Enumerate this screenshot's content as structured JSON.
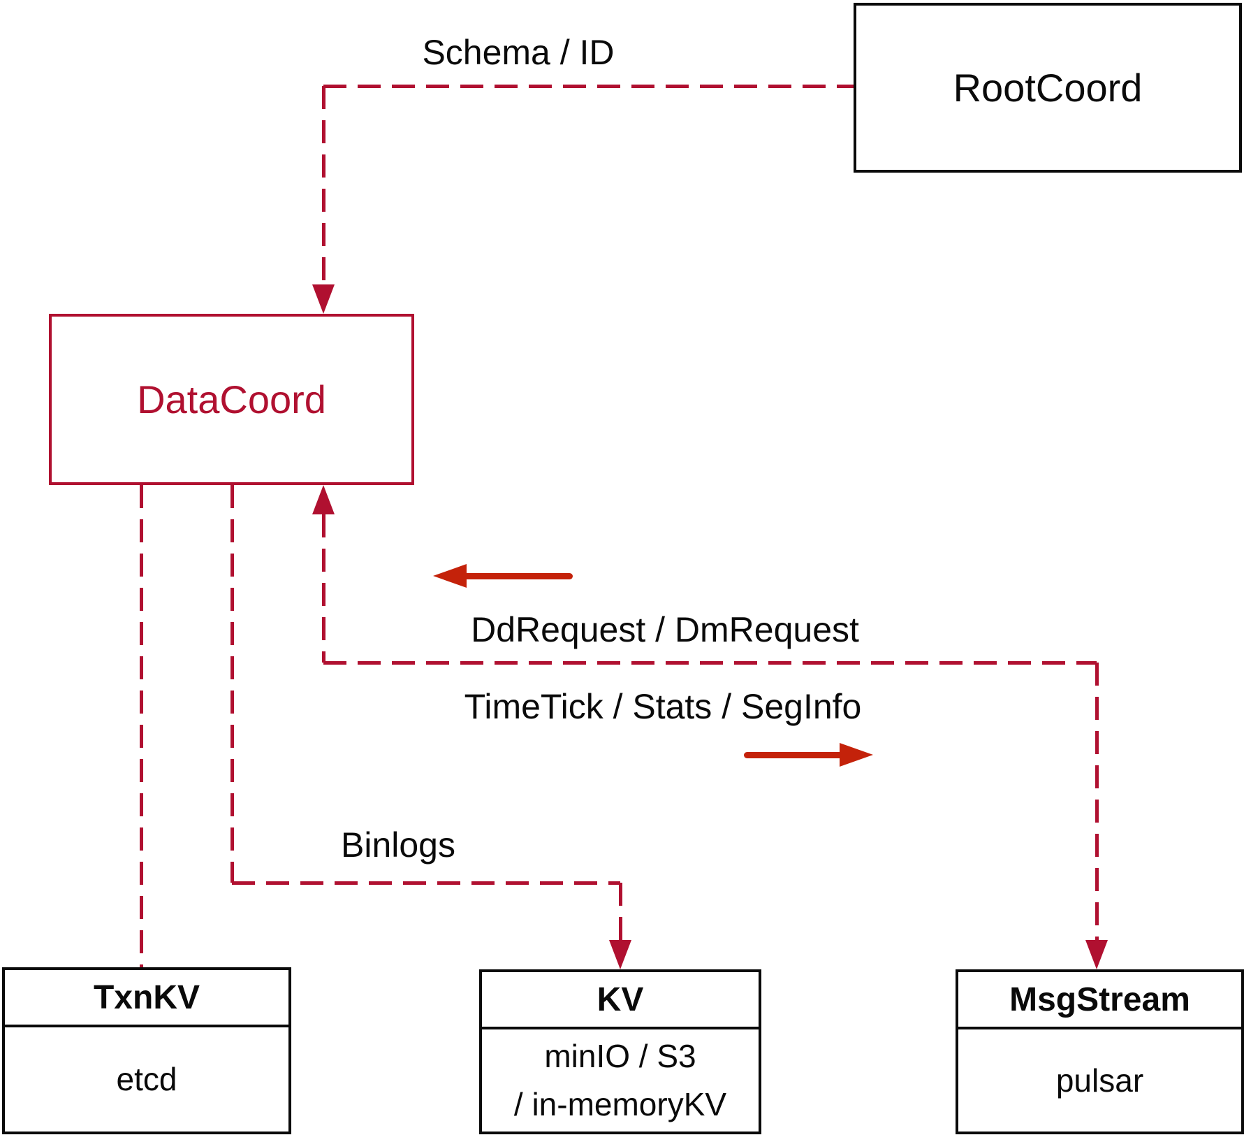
{
  "diagram": {
    "nodes": {
      "rootcoord": {
        "label": "RootCoord"
      },
      "datacoord": {
        "label": "DataCoord"
      },
      "txnkv": {
        "title": "TxnKV",
        "body": "etcd"
      },
      "kv": {
        "title": "KV",
        "body_line1": "minIO / S3",
        "body_line2": "/ in-memoryKV"
      },
      "msgstream": {
        "title": "MsgStream",
        "body": "pulsar"
      }
    },
    "edge_labels": {
      "schema_id": "Schema / ID",
      "dd_dm_request": "DdRequest / DmRequest",
      "timetick_stats_seginfo": "TimeTick / Stats / SegInfo",
      "binlogs": "Binlogs"
    },
    "colors": {
      "edge_crimson": "#b01030",
      "solid_arrow_red": "#c4220a",
      "node_border": "#0a0a0a",
      "label_text": "#000000",
      "background": "#ffffff"
    }
  }
}
